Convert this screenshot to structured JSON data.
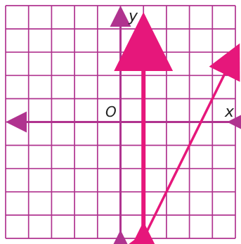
{
  "chart_data": {
    "type": "line",
    "title": "",
    "xlabel": "x",
    "ylabel": "y",
    "origin_label": "O",
    "xlim": [
      -5,
      5
    ],
    "ylim": [
      -5,
      5
    ],
    "grid": true,
    "series": [
      {
        "kind": "vertical",
        "x": [
          1,
          1
        ],
        "y": [
          -5,
          4
        ]
      },
      {
        "kind": "line",
        "x": [
          1,
          5
        ],
        "y": [
          -5,
          3
        ]
      }
    ]
  },
  "colors": {
    "grid": "#b0338f",
    "axis": "#b0338f",
    "line": "#e6177b",
    "text": "#222222"
  }
}
